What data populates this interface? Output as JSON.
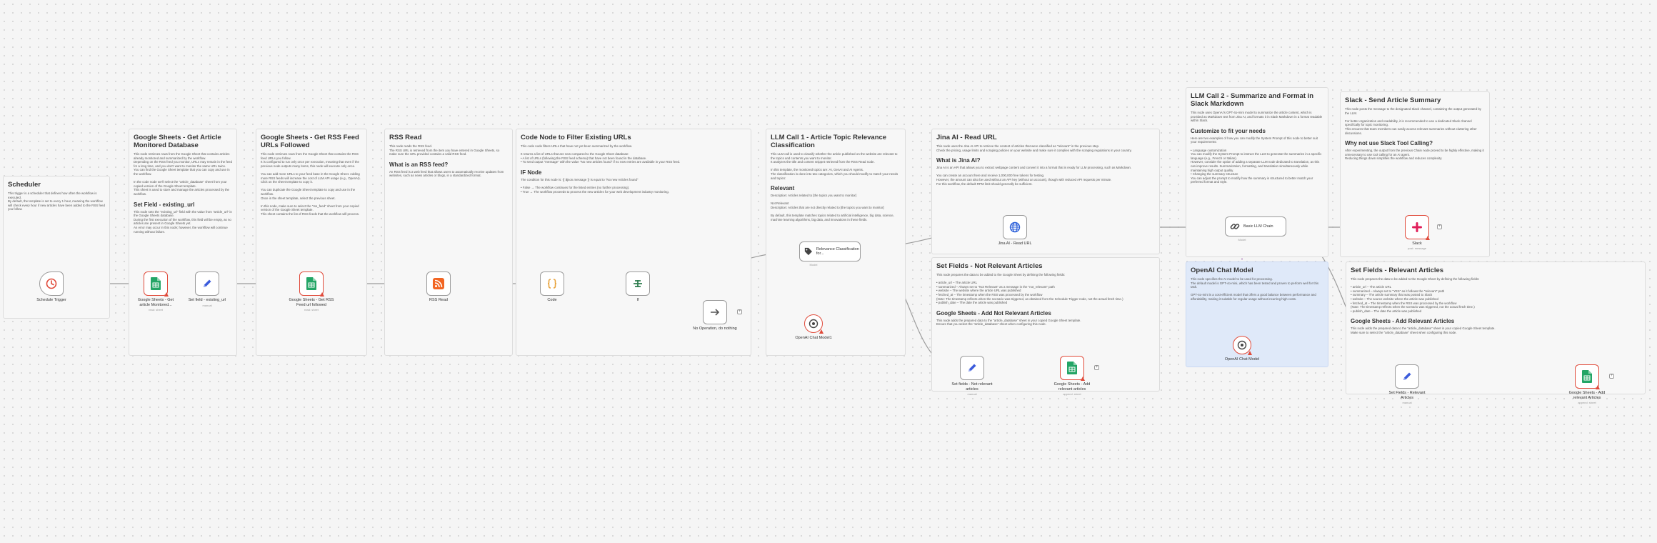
{
  "notes": {
    "scheduler": {
      "title": "Scheduler",
      "body": "This trigger is a scheduler that defines how often the workflow is executed.\nBy default, the template is set to every 1 hour, meaning the workflow will check every hour if new articles have been added to the RSS feed you follow."
    },
    "gs_get_monitored": {
      "title": "Google Sheets - Get Article Monitored Database",
      "body": "This node retrieves rows from the Google Sheet that contains articles already monitored and summarized by the workflow.\nDepending on the RSS feed you monitor, URLs may remain in the feed for a long time, and you don't want to monitor the same URL twice.\nYou can find the Google Sheet template that you can copy and use in the workflow.\n\nIn the code node we'll select the \"article_database\" sheet from your copied version of the Google Sheet template.\nThis sheet is used to store and manage the articles processed by the workflow.",
      "sub_title": "Set Field - existing_url",
      "sub_body": "This node sets the \"existing_url\" field with the value from \"article_url\" in the Google Sheets database.\nDuring the first execution of the workflow, this field will be empty, as no articles are present in Google Sheets yet.\nAn error may occur in this node; however, the workflow will continue running without failure."
    },
    "gs_get_rss": {
      "title": "Google Sheets - Get RSS Feed URLs Followed",
      "body": "This node retrieves rows from the Google Sheet that contains the RSS feed URLs you follow.\nIt is configured to run only once per execution, meaning that even if the previous node outputs many items, this node will execute only once.\n\nYou can add more URLs to your feed base in the Google Sheet. Adding more RSS feeds will increase the cost of LLM API usage (e.g., OpenAI).\nClick on the sheet template to copy it.\n\nYou can duplicate the Google Sheet template to copy and use in the workflow.\nOnce in the sheet template, select the previous sheet.\n\nIn this node, make sure to select the \"rss_feed\" sheet from your copied version of the Google Sheet template.\nThis sheet contains the list of RSS feeds that the workflow will process."
    },
    "rss_read": {
      "title": "RSS Read",
      "body": "This node reads the RSS feed.\nThe RSS URL is retrieved from the item you have entered in Google Sheets, so make sure the URL provided contains a valid RSS feed.",
      "sub_title": "What is an RSS feed?",
      "sub_body": "An RSS feed is a web feed that allows users to automatically receive updates from websites, such as news articles or blogs, in a standardized format."
    },
    "code_filter": {
      "title": "Code Node to Filter Existing URLs",
      "body": "This code node filters URLs that have not yet been summarized by the workflow.\n\nIt returns a list of URLs that are new compared to the Google Sheet database:\n• A list of URLs (following the RSS feed schema) that have not been found in the database.\n• To send output \"message\" with the value \"No new articles found\" if no new entries are available in your RSS feed.",
      "sub_title": "IF Node",
      "sub_body": "The condition for this node is: {{ $json.message }} is equal to \"No new Articles found\"\n\n• False → The workflow continues for the listed entries (no further processing).\n• True → The workflow proceeds to process the new articles for your web development industry monitoring."
    },
    "llm_call_1": {
      "title": "LLM Call 1 - Article Topic Relevance Classification",
      "body": "This LLM call is used to classify whether the article published on the website are relevant to the topics and contents you want to monitor.\nIt analyzes the title and content snippet retrieved from the RSS Read node.\n\nIn this template, the monitored topics are: AI, GenAI and AI Agents.\nThe classification is done into two categories, which you should modify to match your needs and topics:",
      "sub_title": "Relevant",
      "sub_body": "Description: Articles related to [the topics you want to monitor]\n\nNot Relevant\nDescription: Articles that are not directly related to [the topics you want to monitor]\n\nBy default, this template matches topics related to artificial intelligence, big data, science, machine learning algorithms, big data, and innovations in these fields."
    },
    "jina_read": {
      "title": "Jina AI - Read URL",
      "body": "This node uses the Jina AI API to retrieve the content of articles that were classified as \"relevant\" in the previous step.\nCheck the pricing, usage limits and scraping policies on your website and make sure it complies with the scraping regulations in your country.",
      "sub_title": "What is Jina AI?",
      "sub_body": "Jina AI is an API that allows you to extract webpage content and convert it into a format that is ready for LLM processing, such as Markdown.\n\nYou can create an account here and receive 1,000,000 free tokens for testing.\nHowever, the amount can also be used without an API key (without an account), though with reduced API requests per minute.\nFor this workflow, the default RPM limit should generally be sufficient."
    },
    "set_not_relevant": {
      "title": "Set Fields - Not Relevant Articles",
      "body": "This node prepares the data to be added to the Google Sheet by defining the following fields:\n\n• article_url – The article URL\n• summarized – Always set to \"Not Relevant\" as a message in the \"not_relevant\" path\n• website – The website where the article URL was published\n• fetched_at – The timestamp when the RSS was processed by the workflow\n  (Note: The timestamp reflects when the scenario was triggered, as obtained from the Schedule Trigger node, not the actual fetch time.)\n• publish_date – The date the article was published",
      "sub_title": "Google Sheets - Add Not Relevant Articles",
      "sub_body": "This node adds the prepared data to the \"article_database\" sheet in your copied Google Sheet template.\nEnsure that you select the \"article_database\" sheet when configuring this node."
    },
    "llm_call_2": {
      "title": "LLM Call 2 - Summarize and Format in Slack Markdown",
      "body": "This node uses OpenAI's GPT-4o-mini model to summarize the article content, which is provided as Markdown text from Jina AI, and formats it in Slack Markdown in a format readable within Slack.",
      "sub_title": "Customize to fit your needs",
      "sub_body": "Here are two examples of how you can modify the System Prompt of this node to better suit your requirements:\n\n• Language customization\n  You can modify the System Prompt to instruct the LLM to generate the summaries in a specific language (e.g., French or Italian).\n  However, consider the option of adding a separate LLM node dedicated to translation, as this can improve results. Summarization, formatting, and translation simultaneously while maintaining high output quality.\n• Changing the summary structure\n  You can adjust the prompt to modify how the summary is structured to better match your preferred format and style."
    },
    "openai_chat_model": {
      "title": "OpenAI Chat Model",
      "body": "This node specifies the AI model to be used for processing.\nThe default model is GPT-4o-mini, which has been tested and proven to perform well for this task.\n\nGPT-4o-mini is a cost-efficient model that offers a good balance between performance and affordability, making it suitable for regular usage without incurring high costs."
    },
    "slack_send": {
      "title": "Slack - Send Article Summary",
      "body": "This node posts the message to the designated Slack channel, containing the output generated by the LLM.\n\nFor better organization and readability, it is recommended to use a dedicated Slack channel specifically for topic monitoring.\nThis ensures that team members can easily access relevant summaries without cluttering other discussions.",
      "sub_title": "Why not use Slack Tool Calling?",
      "sub_body": "After experimenting, the output from the previous Chain node proved to be highly effective, making it unnecessary to use tool calling for an AI agent.\nReducing things down simplifies the workflow and reduces complexity."
    },
    "set_relevant": {
      "title": "Set Fields - Relevant Articles",
      "body": "This node prepares the data to be added to the Google Sheet by defining the following fields:\n\n• article_url – The article URL\n• summarized – Always set to \"YES\" as it follows the \"relevant\" path\n• summary – The article summary that was posted to Slack\n• website – The source website where the article was published\n• fetched_at – The timestamp when the RSS was processed by the workflow\n  (Note: The timestamp reflects when the scenario was triggered, not the actual fetch time.)\n• publish_date – The date the article was published",
      "sub_title": "Google Sheets - Add Relevant Articles",
      "sub_body": "This node adds the prepared data to the \"article_database\" sheet in your copied Google Sheet template.\nMake sure to select the \"article_database\" sheet when configuring this node."
    }
  },
  "nodes": {
    "schedule_trigger": {
      "label": "Schedule Trigger",
      "icon": "clock-icon"
    },
    "gs_get_monitored": {
      "label": "Google Sheets - Get article Monitored...",
      "sub": "read: sheet",
      "icon": "google-sheets-icon"
    },
    "set_existing_url": {
      "label": "Set field - existing_url",
      "sub": "manual",
      "icon": "pencil-icon"
    },
    "gs_get_rss": {
      "label": "Google Sheets - Get RSS Feed url followed",
      "sub": "read: sheet",
      "icon": "google-sheets-icon"
    },
    "rss_read": {
      "label": "RSS Read",
      "icon": "rss-icon"
    },
    "code": {
      "label": "Code",
      "icon": "code-braces-icon"
    },
    "if": {
      "label": "If",
      "icon": "if-split-icon"
    },
    "no_op": {
      "label": "No Operation, do nothing",
      "icon": "arrow-right-icon"
    },
    "relevance_classification": {
      "label": "Relevance Classification for...",
      "icon": "tag-icon"
    },
    "openai_model_1": {
      "label": "OpenAI Chat Model1",
      "icon": "openai-icon",
      "port": "Model"
    },
    "jina_read": {
      "label": "Jina AI - Read URL",
      "icon": "globe-icon"
    },
    "set_not_relevant": {
      "label": "Set fields - Not relevant articles",
      "sub": "manual",
      "icon": "pencil-icon"
    },
    "gs_add_not_relevant": {
      "label": "Google Sheets - Add relevant articles",
      "sub": "append: sheet",
      "icon": "google-sheets-icon"
    },
    "basic_llm_chain": {
      "label": "Basic LLM Chain",
      "icon": "chain-link-icon",
      "port": "Model"
    },
    "openai_model_2": {
      "label": "OpenAI Chat Model",
      "icon": "openai-icon"
    },
    "slack": {
      "label": "Slack",
      "sub": "post: message",
      "icon": "slack-icon"
    },
    "set_relevant": {
      "label": "Set Fields - Relevant Articles",
      "sub": "manual",
      "icon": "pencil-icon"
    },
    "gs_add_relevant": {
      "label": "Google Sheets - Add relevant Articles",
      "sub": "append: sheet",
      "icon": "google-sheets-icon"
    }
  },
  "colors": {
    "edge": "#9b9b9b",
    "warning": "#e04a3a",
    "sheets_green": "#23a566",
    "set_blue": "#3b5bdb",
    "rss_orange": "#f26522",
    "code_orange": "#e8a33c",
    "if_green": "#2e7d4f",
    "slack_red": "#e01e5a",
    "model_pink": "#e44b8d",
    "jina_blue": "#2b5fd9",
    "sticky_blue": "#dfe9f9"
  }
}
